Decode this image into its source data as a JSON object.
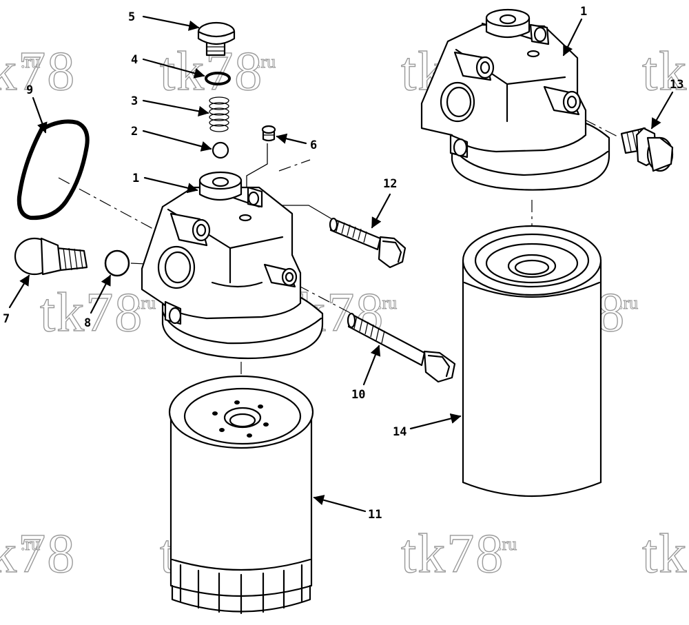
{
  "diagram": {
    "watermark": {
      "text": "tk78",
      "suffix": ".ru"
    },
    "callouts": {
      "c1a": "1",
      "c1b": "1",
      "c2": "2",
      "c3": "3",
      "c4": "4",
      "c5": "5",
      "c6": "6",
      "c7": "7",
      "c8": "8",
      "c9": "9",
      "c10": "10",
      "c11": "11",
      "c12": "12",
      "c13": "13",
      "c14": "14"
    }
  }
}
